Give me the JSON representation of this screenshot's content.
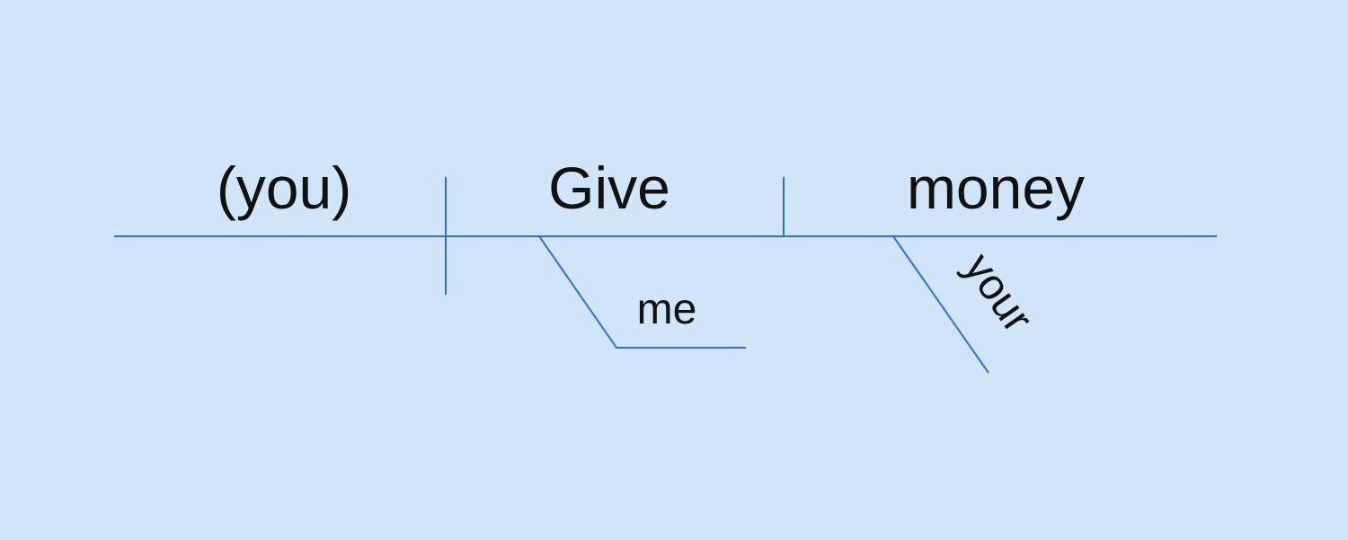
{
  "diagram": {
    "subject": "(you)",
    "verb": "Give",
    "direct_object": "money",
    "indirect_object": "me",
    "modifier": "your"
  },
  "colors": {
    "background": "#d0e5fa",
    "line": "#2f6fd6",
    "text": "#111111"
  }
}
